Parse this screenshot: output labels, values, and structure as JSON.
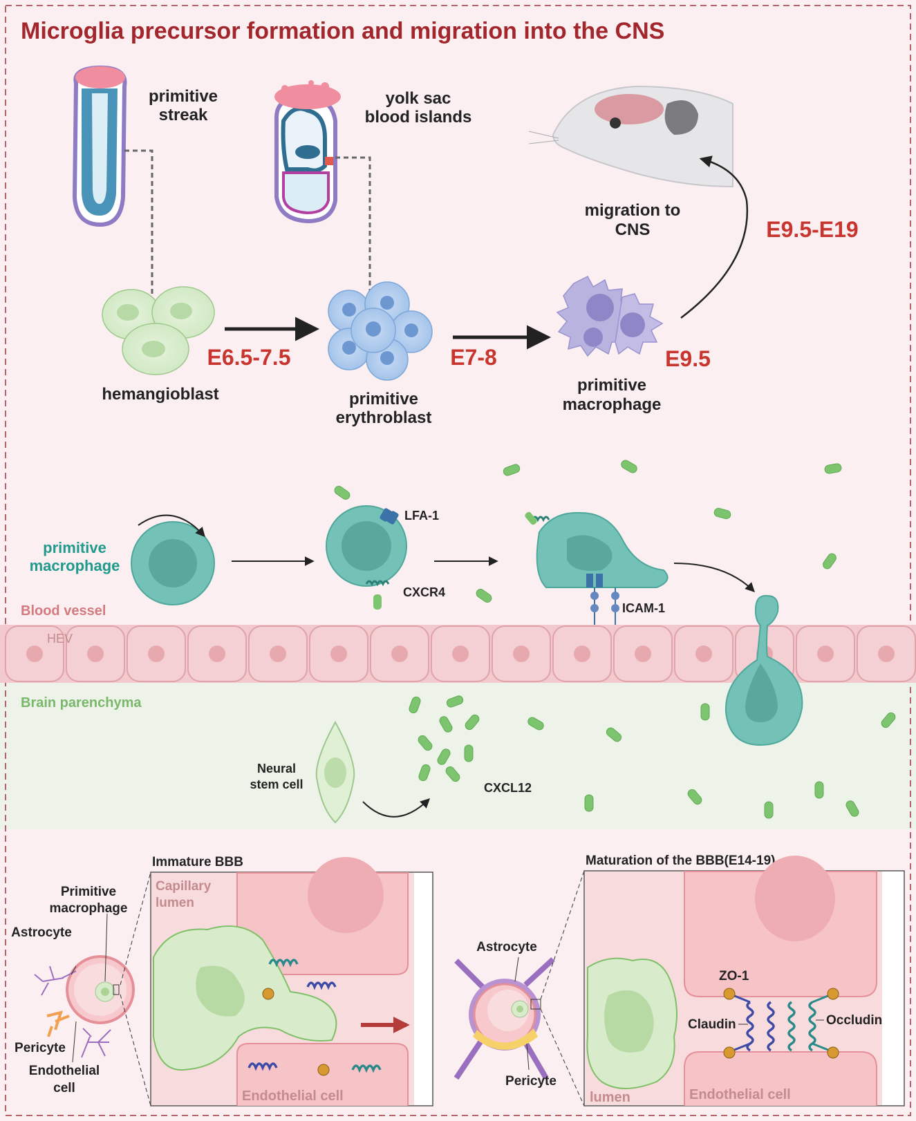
{
  "title": "Microglia precursor formation and migration into the CNS",
  "top": {
    "primitive_streak": [
      "primitive",
      "streak"
    ],
    "yolk_sac": [
      "yolk sac",
      "blood islands"
    ],
    "migration": [
      "migration to",
      "CNS"
    ],
    "migration_stage": "E9.5-E19",
    "hemangioblast": "hemangioblast",
    "hemangioblast_stage": "E6.5-7.5",
    "erythroblast": [
      "primitive",
      "erythroblast"
    ],
    "erythroblast_stage": "E7-8",
    "macrophage": [
      "primitive",
      "macrophage"
    ],
    "macrophage_stage": "E9.5"
  },
  "middle": {
    "macrophage_label": [
      "primitive",
      "macrophage"
    ],
    "lfa1": "LFA-1",
    "cxcr4": "CXCR4",
    "icam1": "ICAM-1",
    "blood_vessel": "Blood vessel",
    "hev": "HEV",
    "brain_parenchyma": "Brain parenchyma",
    "neural_stem_cell": [
      "Neural",
      "stem cell"
    ],
    "cxcl12": "CXCL12"
  },
  "bottom_left": {
    "title": "Immature BBB",
    "capillary_lumen": [
      "Capillary",
      "lumen"
    ],
    "endothelial_cell": "Endothelial cell",
    "primitive_macrophage": [
      "Primitive",
      "macrophage"
    ],
    "astrocyte": "Astrocyte",
    "pericyte": "Pericyte",
    "endothelial": [
      "Endothelial",
      "cell"
    ]
  },
  "bottom_right": {
    "title": "Maturation of the BBB(E14-19)",
    "astrocyte": "Astrocyte",
    "pericyte": "Pericyte",
    "zo1": "ZO-1",
    "claudin": "Claudin",
    "occludin": "Occludin",
    "lumen": "lumen",
    "endothelial_cell": "Endothelial cell"
  },
  "colors": {
    "title": "#a2262c",
    "stage": "#c8342e",
    "teal_text": "#1f9a8c",
    "vessel_text": "#d37a80",
    "green_text": "#79b86b",
    "background": "#fbeff1"
  }
}
